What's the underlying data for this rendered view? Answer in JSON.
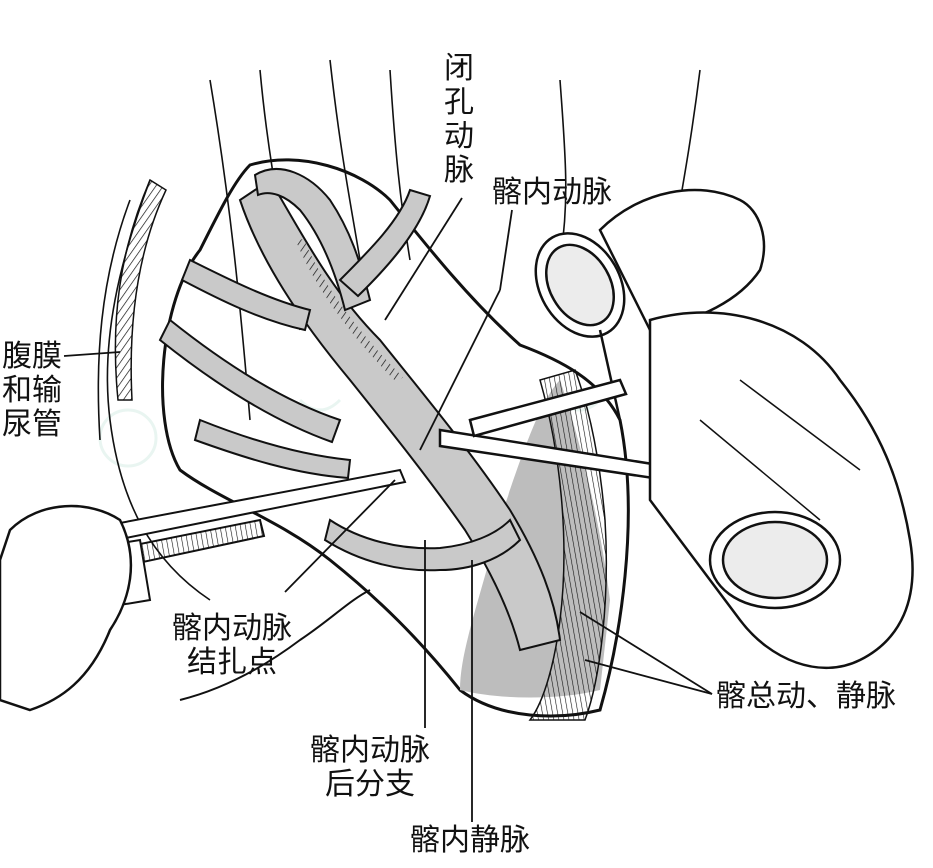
{
  "figure": {
    "labels": {
      "obturator_artery": [
        "闭",
        "孔",
        "动",
        "脉"
      ],
      "internal_iliac_artery": "髂内动脉",
      "peritoneum_ureter": [
        "腹膜",
        "和输",
        "尿管"
      ],
      "ligation_point": [
        "髂内动脉",
        "结扎点"
      ],
      "posterior_branch": [
        "髂内动脉",
        "后分支"
      ],
      "internal_iliac_vein": "髂内静脉",
      "common_iliac": "髂总动、静脉"
    },
    "colors": {
      "line": "#111111",
      "vessel_fill": "#c9c9c9",
      "paper": "#ffffff",
      "watermark": "#d7ede7"
    }
  }
}
